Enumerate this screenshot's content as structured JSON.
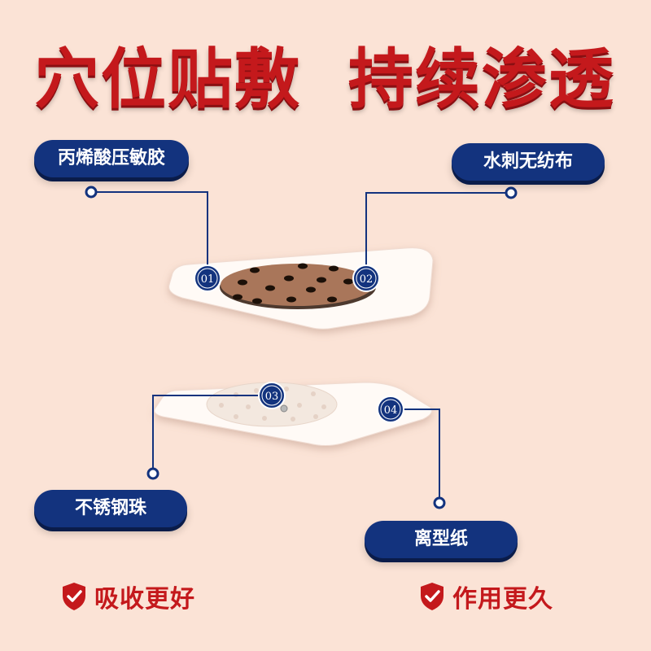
{
  "headline": {
    "left": "穴位贴敷",
    "right": "持续渗透"
  },
  "callouts": [
    {
      "number": "01",
      "label": "丙烯酸压敏胶"
    },
    {
      "number": "02",
      "label": "水刺无纺布"
    },
    {
      "number": "03",
      "label": "不锈钢珠"
    },
    {
      "number": "04",
      "label": "离型纸"
    }
  ],
  "benefits": [
    {
      "label": "吸收更好",
      "icon": "shield-check-icon"
    },
    {
      "label": "作用更久",
      "icon": "shield-check-icon"
    }
  ],
  "colors": {
    "background": "#fbe3d6",
    "headline_red": "#c4191c",
    "navy": "#13337e",
    "patch_brown": "#a9765a"
  }
}
